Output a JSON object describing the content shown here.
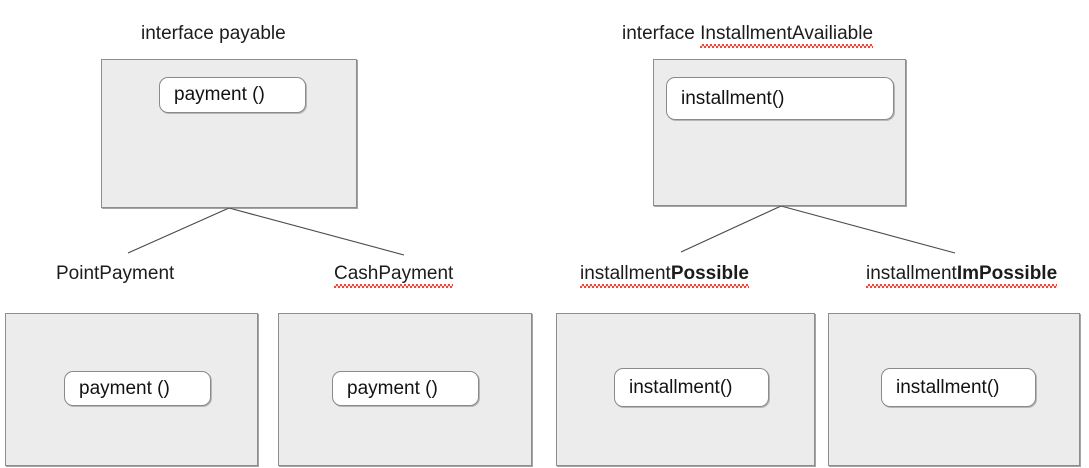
{
  "diagram": {
    "kind": "uml-class-diagram",
    "palette": {
      "box_fill": "#ececec",
      "box_border": "#8d8d8d",
      "pill_fill": "#ffffff",
      "pill_border": "#8a8a8a",
      "line": "#4a4a4a",
      "text": "#1c1c1c",
      "spellcheck_underline": "#e8392b",
      "background": "#ffffff"
    },
    "interfaces": [
      {
        "id": "payable",
        "title_prefix": "interface ",
        "title_name": "payable",
        "title_misspelled": false,
        "methods": [
          {
            "label": "payment ()"
          }
        ]
      },
      {
        "id": "installment-availiable",
        "title_prefix": "interface ",
        "title_name": "InstallmentAvailiable",
        "title_misspelled": true,
        "methods": [
          {
            "label": "installment()"
          }
        ]
      }
    ],
    "classes": [
      {
        "id": "point-payment",
        "label_plain": "PointPayment",
        "label_bold": "",
        "label_misspelled": false,
        "methods": [
          {
            "label": "payment ()"
          }
        ]
      },
      {
        "id": "cash-payment",
        "label_plain": "CashPayment",
        "label_bold": "",
        "label_misspelled": true,
        "methods": [
          {
            "label": "payment ()"
          }
        ]
      },
      {
        "id": "installment-possible",
        "label_plain": "installment",
        "label_bold": "Possible",
        "label_misspelled": true,
        "methods": [
          {
            "label": "installment()"
          }
        ]
      },
      {
        "id": "installment-impossible",
        "label_plain": "installment",
        "label_bold": "ImPossible",
        "label_misspelled": true,
        "methods": [
          {
            "label": "installment()"
          }
        ]
      }
    ]
  }
}
